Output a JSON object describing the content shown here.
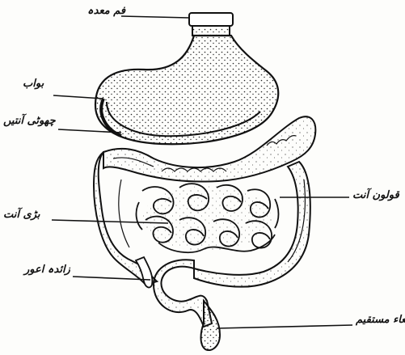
{
  "labels": {
    "stomach_mouth": "فم معدہ",
    "pylorus": "بواب",
    "small_thin": "چھوٹی آنتیں",
    "colon": "قولون آنت",
    "small_intestine": "بڑی آنت",
    "appendix": "زائدہ اعور",
    "rectum": "امعاء مستقیم"
  },
  "colors": {
    "ink": "#111111",
    "paper": "#fdfdfb"
  }
}
